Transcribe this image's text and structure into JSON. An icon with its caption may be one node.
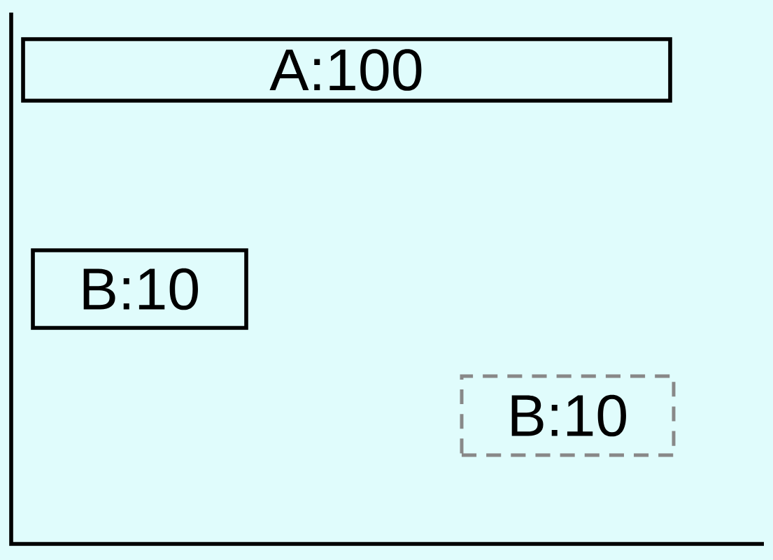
{
  "diagram": {
    "nodes": [
      {
        "text": [
          "A:100"
        ]
      },
      {
        "text": [
          "B:10"
        ]
      },
      {
        "text": [
          "B:10"
        ]
      }
    ]
  }
}
